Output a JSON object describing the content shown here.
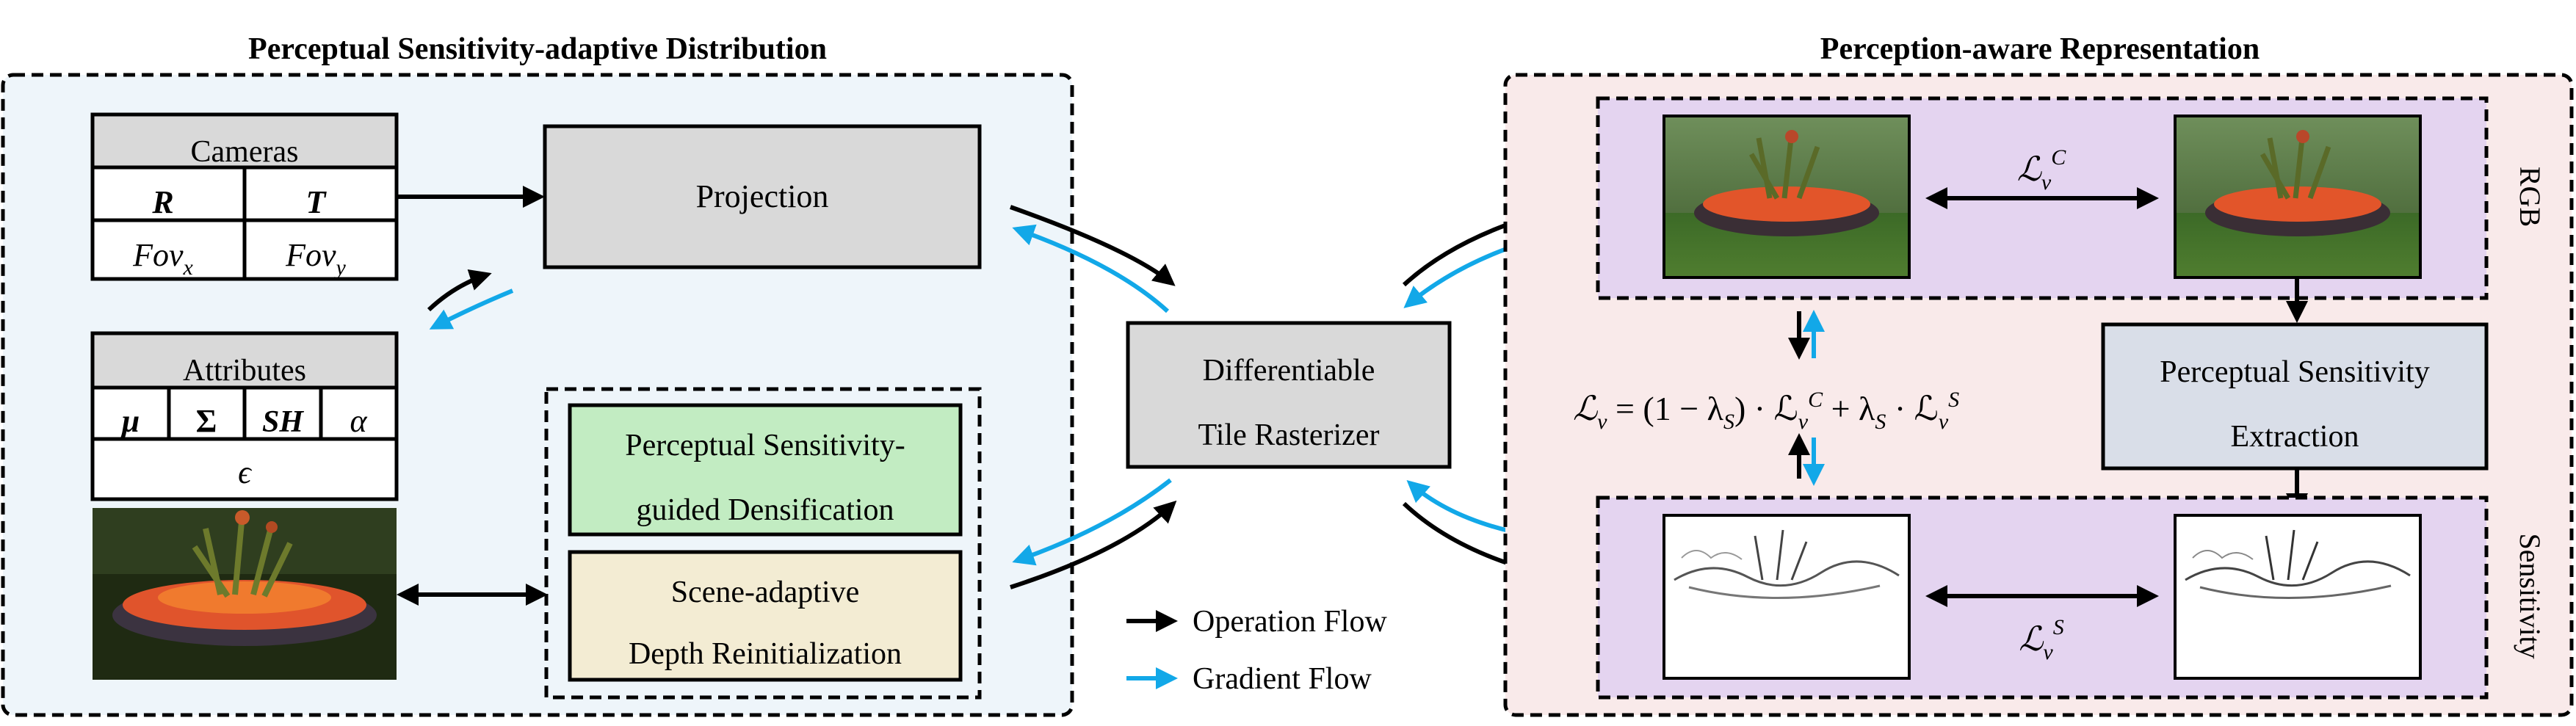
{
  "left_panel": {
    "title": "Perceptual Sensitivity-adaptive Distribution",
    "cameras": {
      "header": "Cameras",
      "R": "R",
      "T": "T",
      "fov_x": "Fov",
      "fov_x_sub": "x",
      "fov_y": "Fov",
      "fov_y_sub": "y"
    },
    "attributes": {
      "header": "Attributes",
      "mu": "μ",
      "sigma": "Σ",
      "sh": "SH",
      "alpha": "α",
      "epsilon": "ϵ"
    },
    "projection": "Projection",
    "densification": [
      "Perceptual Sensitivity-",
      "guided Densification"
    ],
    "reinit": [
      "Scene-adaptive",
      "Depth Reinitialization"
    ]
  },
  "rasterizer": [
    "Differentiable",
    "Tile Rasterizer"
  ],
  "legend": {
    "operation": "Operation Flow",
    "gradient": "Gradient Flow"
  },
  "right_panel": {
    "title": "Perception-aware Representation",
    "rgb_label": "RGB",
    "sensitivity_label": "Sensitivity",
    "extraction": [
      "Perceptual Sensitivity",
      "Extraction"
    ],
    "loss_c": {
      "base": "ℒ",
      "sub": "v",
      "sup": "C"
    },
    "loss_s": {
      "base": "ℒ",
      "sub": "v",
      "sup": "S"
    },
    "loss_eq": {
      "lhs": "ℒ",
      "lhs_sub": "v",
      "p1": " = (1 − λ",
      "p1_sub": "S",
      "p2": ") · ℒ",
      "p2_sub": "v",
      "p2_sup": "C",
      "p3": " + λ",
      "p3_sub": "S",
      "p4": " · ℒ",
      "p4_sub": "v",
      "p4_sup": "S"
    }
  },
  "colors": {
    "left_bg": "#eef5fa",
    "right_bg": "#f9eaea",
    "purple": "#e4d4f0",
    "gray_box": "#d9d9d9",
    "green": "#c2ecc2",
    "cream": "#f3ecd3",
    "extraction": "#d9dee8",
    "operation_arrow": "#000000",
    "gradient_arrow": "#12a8e8"
  }
}
